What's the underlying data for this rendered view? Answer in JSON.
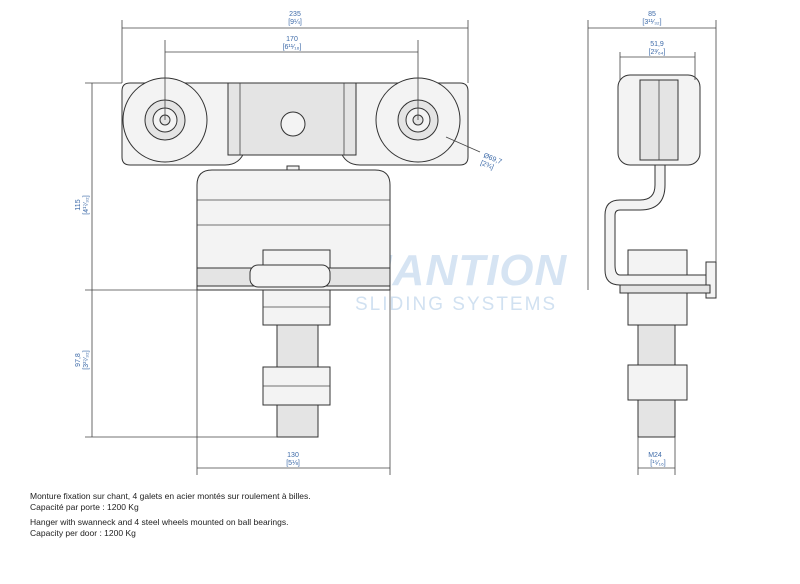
{
  "dimensions": {
    "overall_width": {
      "value": "235",
      "imperial": "[9¼]"
    },
    "wheel_spacing": {
      "value": "170",
      "imperial": "[6¹¹⁄₁₆]"
    },
    "height_upper": {
      "value": "115",
      "imperial": "[4¹⁷⁄₃₂]"
    },
    "height_lower": {
      "value": "97,8",
      "imperial": "[3²⁷⁄₃₂]"
    },
    "wheel_diameter": {
      "value": "Ø69,7",
      "imperial": "[2¾]"
    },
    "base_width": {
      "value": "130",
      "imperial": "[5⅛]"
    },
    "side_width": {
      "value": "85",
      "imperial": "[3¹¹⁄₃₂]"
    },
    "wheel_pair_width": {
      "value": "51,9",
      "imperial": "[2³⁄₆₄]"
    },
    "thread": {
      "value": "M24",
      "imperial": "[¹⁵⁄₁₆]"
    }
  },
  "watermark": {
    "brand": "MANTION",
    "tagline": "SLIDING SYSTEMS"
  },
  "description": {
    "fr_line1": "Monture fixation sur chant, 4 galets en acier montés sur roulement à billes.",
    "fr_line2": "Capacité par porte : 1200 Kg",
    "en_line1": "Hanger with swanneck and 4 steel wheels mounted on ball bearings.",
    "en_line2": "Capacity per door : 1200 Kg"
  }
}
